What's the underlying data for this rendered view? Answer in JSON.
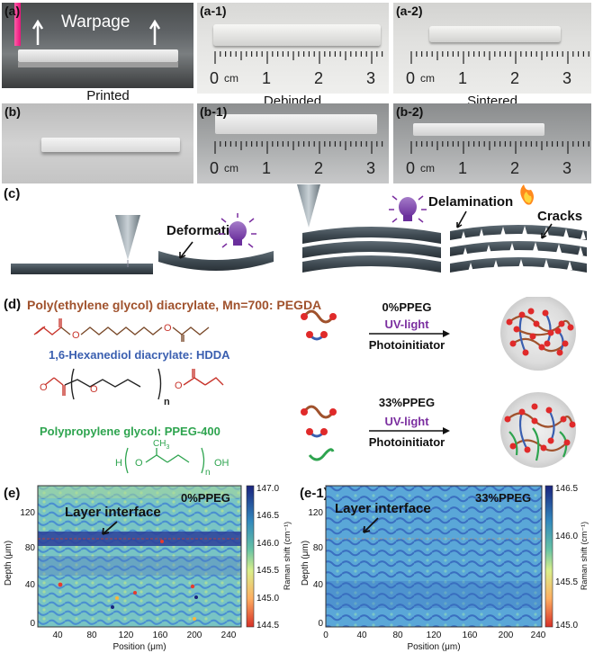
{
  "photos": {
    "a": {
      "label": "(a)",
      "overlay": "Warpage"
    },
    "a1": {
      "label": "(a-1)"
    },
    "a2": {
      "label": "(a-2)"
    },
    "b": {
      "label": "(b)"
    },
    "b1": {
      "label": "(b-1)"
    },
    "b2": {
      "label": "(b-2)"
    },
    "captions": {
      "printed": "Printed",
      "debinded": "Debinded",
      "sintered": "Sintered"
    },
    "ruler_unit": "cm",
    "ruler_nums": [
      "0",
      "1",
      "2",
      "3"
    ]
  },
  "section_c": {
    "label": "(c)",
    "deformation": "Deformation",
    "delamination": "Delamination",
    "cracks": "Cracks"
  },
  "section_d": {
    "label": "(d)",
    "pegda_name": "Poly(ethylene glycol) diacrylate, Mn=700: PEGDA",
    "hdda_name": "1,6-Hexanediol diacrylate: HDDA",
    "ppeg_name": "Polypropylene glycol: PPEG-400",
    "sub_n": "n",
    "ch3": "CH",
    "sub3": "3",
    "h": "H",
    "o": "O",
    "oh": "OH",
    "reaction1": {
      "title": "0%PPEG",
      "uv": "UV-light",
      "photo": "Photoinitiator"
    },
    "reaction2": {
      "title": "33%PPEG",
      "uv": "UV-light",
      "photo": "Photoinitiator"
    },
    "colors": {
      "pegda": "#a0522d",
      "hdda": "#3a5fb0",
      "ppeg": "#2ea44f",
      "uv": "#7b2fa0",
      "node": "#e02a2a"
    }
  },
  "maps": [
    {
      "label": "(e)",
      "badge": "0%PPEG",
      "annotation": "Layer interface",
      "ylabel": "Depth (μm)",
      "xlabel": "Position (μm)",
      "cbar_label": "Raman shift (cm⁻¹)",
      "xticks": [
        "40",
        "80",
        "120",
        "160",
        "200",
        "240"
      ],
      "yticks": [
        "120",
        "80",
        "40",
        "0"
      ],
      "cbar_ticks": [
        "147.0",
        "146.5",
        "146.0",
        "145.5",
        "145.0",
        "144.5"
      ]
    },
    {
      "label": "(e-1)",
      "badge": "33%PPEG",
      "annotation": "Layer interface",
      "ylabel": "Depth (μm)",
      "xlabel": "Position (μm)",
      "cbar_label": "Raman shift (cm⁻¹)",
      "xticks": [
        "0",
        "40",
        "80",
        "120",
        "160",
        "200",
        "240"
      ],
      "yticks": [
        "120",
        "80",
        "40",
        "0"
      ],
      "cbar_ticks": [
        "146.5",
        "146.0",
        "145.5",
        "145.0"
      ]
    }
  ]
}
